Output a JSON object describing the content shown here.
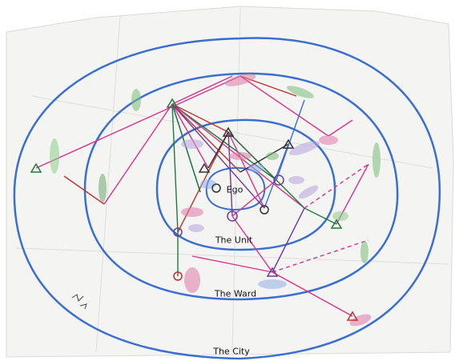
{
  "labels": {
    "ego": "Ego",
    "unit": "The Unit",
    "ward": "The Ward",
    "city": "The City"
  },
  "colors": {
    "paper": "#f4f4f2",
    "circle_ink": "#3a6fd0",
    "pink_ink": "#d8338a",
    "green_ink": "#1f7a3a",
    "red_ink": "#c43030",
    "purple_ink": "#6a3c9a",
    "dark_ink": "#333333"
  }
}
